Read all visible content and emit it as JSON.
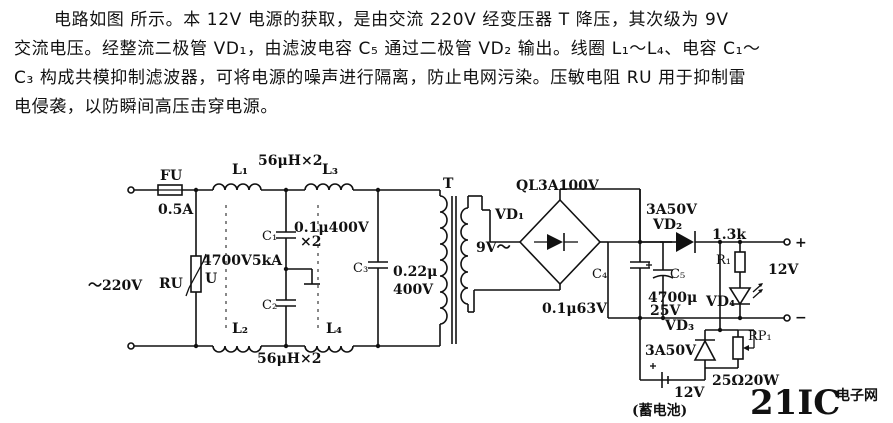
{
  "description": {
    "line1": "电路如图 所示。本 12V 电源的获取，是由交流 220V 经变压器 T 降压，其次级为 9V",
    "line2": "交流电压。经整流二极管 VD₁，由滤波电容 C₅ 通过二极管 VD₂ 输出。线圈 L₁～L₄、电容 C₁～",
    "line3": "C₃ 构成共模抑制滤波器，可将电源的噪声进行隔离，防止电网污染。压敏电阻 RU 用于抑制雷",
    "line4": "电侵袭，以防瞬间高压击穿电源。"
  },
  "labels": {
    "fu": "FU",
    "fu_val": "0.5A",
    "l1": "L₁",
    "l_top_val": "56μH×2",
    "l3": "L₃",
    "c1": "C₁",
    "c1_val": "0.1μ400V",
    "c1_x2": "×2",
    "ru_val": "4700V5kA",
    "ru": "RU",
    "u": "U",
    "ac_in": "～220V",
    "c2": "C₂",
    "l2": "L₂",
    "l4": "L₄",
    "l_bot_val": "56μH×2",
    "c3": "C₃",
    "c3_val1": "0.22μ",
    "c3_val2": "400V",
    "t": "T",
    "bridge": "QL3A100V",
    "vd1": "VD₁",
    "v9": "9V～",
    "c4": "C₄",
    "c4_val": "0.1μ63V",
    "vd2_val": "3A50V",
    "vd2": "VD₂",
    "c5": "C₅",
    "c5_val1": "4700μ",
    "c5_val2": "25V",
    "r1_val": "1.3k",
    "r1": "R₁",
    "plus": "+",
    "v12_out": "12V",
    "minus": "−",
    "vd4": "VD₄",
    "vd3": "VD₃",
    "vd3_val": "3A50V",
    "rp1": "RP₁",
    "rp1_val": "25Ω20W",
    "bat_v": "12V",
    "battery": "(蓄电池)"
  },
  "watermark": {
    "logo": "21IC",
    "cn": "电子网",
    "colors": {
      "main": "#c8282d",
      "accent": "#e05a5a"
    }
  }
}
